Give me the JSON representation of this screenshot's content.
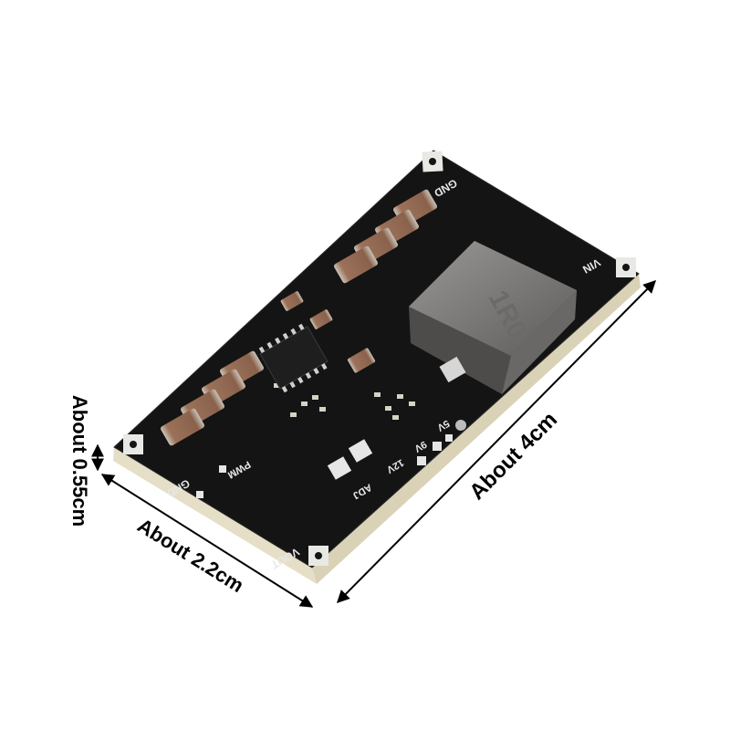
{
  "dimensions": {
    "length": "About 4cm",
    "width": "About 2.2cm",
    "thickness": "About 0.55cm"
  },
  "board": {
    "silkscreen": {
      "gnd_top": "GND",
      "vin": "VIN",
      "gnd_bottom": "GND",
      "vout": "VOUT",
      "pwm": "PWM",
      "v5": "5V",
      "v9": "9V",
      "v12": "12V",
      "adj": "ADJ"
    },
    "inductor_marking": "1R0"
  },
  "colors": {
    "pcb": "#141414",
    "pcb_edge": "#e9e3cf",
    "capacitor": "#8f6650",
    "inductor": "#7d7b79",
    "dimension_line": "#000000"
  }
}
